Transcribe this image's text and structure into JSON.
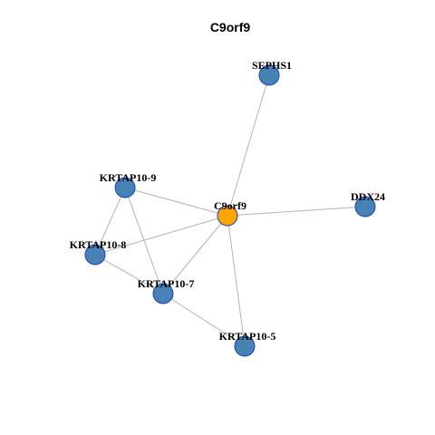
{
  "title": "C9orf9",
  "colors": {
    "background": "#ffffff",
    "edge": "#b3b3b3",
    "node_default_fill": "#4682b4",
    "node_default_stroke": "#1f3fbf",
    "node_center_fill": "#ffa500",
    "node_center_stroke": "#1f3fbf"
  },
  "nodes": [
    {
      "id": "C9orf9",
      "label": "C9orf9",
      "center": true
    },
    {
      "id": "SEPHS1",
      "label": "SEPHS1",
      "center": false
    },
    {
      "id": "KRTAP10-9",
      "label": "KRTAP10-9",
      "center": false
    },
    {
      "id": "DDX24",
      "label": "DDX24",
      "center": false
    },
    {
      "id": "KRTAP10-8",
      "label": "KRTAP10-8",
      "center": false
    },
    {
      "id": "KRTAP10-7",
      "label": "KRTAP10-7",
      "center": false
    },
    {
      "id": "KRTAP10-5",
      "label": "KRTAP10-5",
      "center": false
    }
  ],
  "edges": [
    {
      "source": "C9orf9",
      "target": "SEPHS1"
    },
    {
      "source": "C9orf9",
      "target": "KRTAP10-9"
    },
    {
      "source": "C9orf9",
      "target": "DDX24"
    },
    {
      "source": "C9orf9",
      "target": "KRTAP10-8"
    },
    {
      "source": "C9orf9",
      "target": "KRTAP10-7"
    },
    {
      "source": "C9orf9",
      "target": "KRTAP10-5"
    },
    {
      "source": "KRTAP10-9",
      "target": "KRTAP10-8"
    },
    {
      "source": "KRTAP10-9",
      "target": "KRTAP10-7"
    },
    {
      "source": "KRTAP10-8",
      "target": "KRTAP10-7"
    },
    {
      "source": "KRTAP10-7",
      "target": "KRTAP10-5"
    }
  ]
}
